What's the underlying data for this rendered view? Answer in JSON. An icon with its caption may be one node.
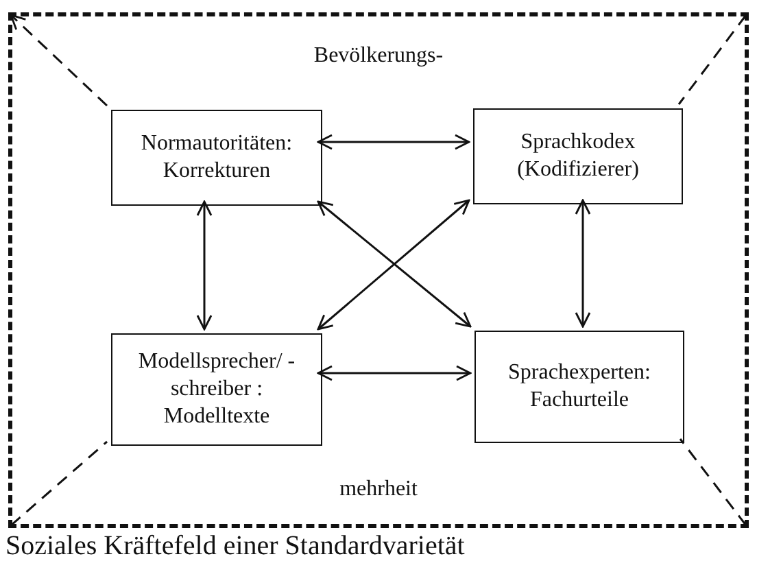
{
  "diagram": {
    "caption": "Soziales Kräftefeld einer Standardvarietät",
    "nodes": [
      {
        "text": [
          "Bevölkerungs-",
          "mehrheit"
        ]
      },
      {
        "text": [
          "Normautoritäten: Korrekturen"
        ],
        "in": 0
      },
      {
        "text": [
          "Sprachkodex (Kodifizierer)"
        ],
        "in": 0
      },
      {
        "text": [
          "Modellsprecher/ -schreiber : Modelltexte"
        ],
        "in": 0
      },
      {
        "text": [
          "Sprachexperten: Fachurteile"
        ],
        "in": 0
      }
    ],
    "edges": [
      {
        "from": 1,
        "to": 2,
        "arrow": "both"
      },
      {
        "from": 1,
        "to": 3,
        "arrow": "both"
      },
      {
        "from": 2,
        "to": 4,
        "arrow": "both"
      },
      {
        "from": 1,
        "to": 4,
        "arrow": "both"
      },
      {
        "from": 2,
        "to": 3,
        "arrow": "both"
      },
      {
        "from": 3,
        "to": 4,
        "arrow": "both"
      },
      {
        "from": 1,
        "to": 0,
        "arrow": "to",
        "style": "dashed"
      },
      {
        "from": 0,
        "to": 2,
        "arrow": "none",
        "style": "dashed"
      },
      {
        "from": 0,
        "to": 3,
        "arrow": "none",
        "style": "dashed"
      },
      {
        "from": 0,
        "to": 4,
        "arrow": "none",
        "style": "dashed"
      }
    ]
  }
}
